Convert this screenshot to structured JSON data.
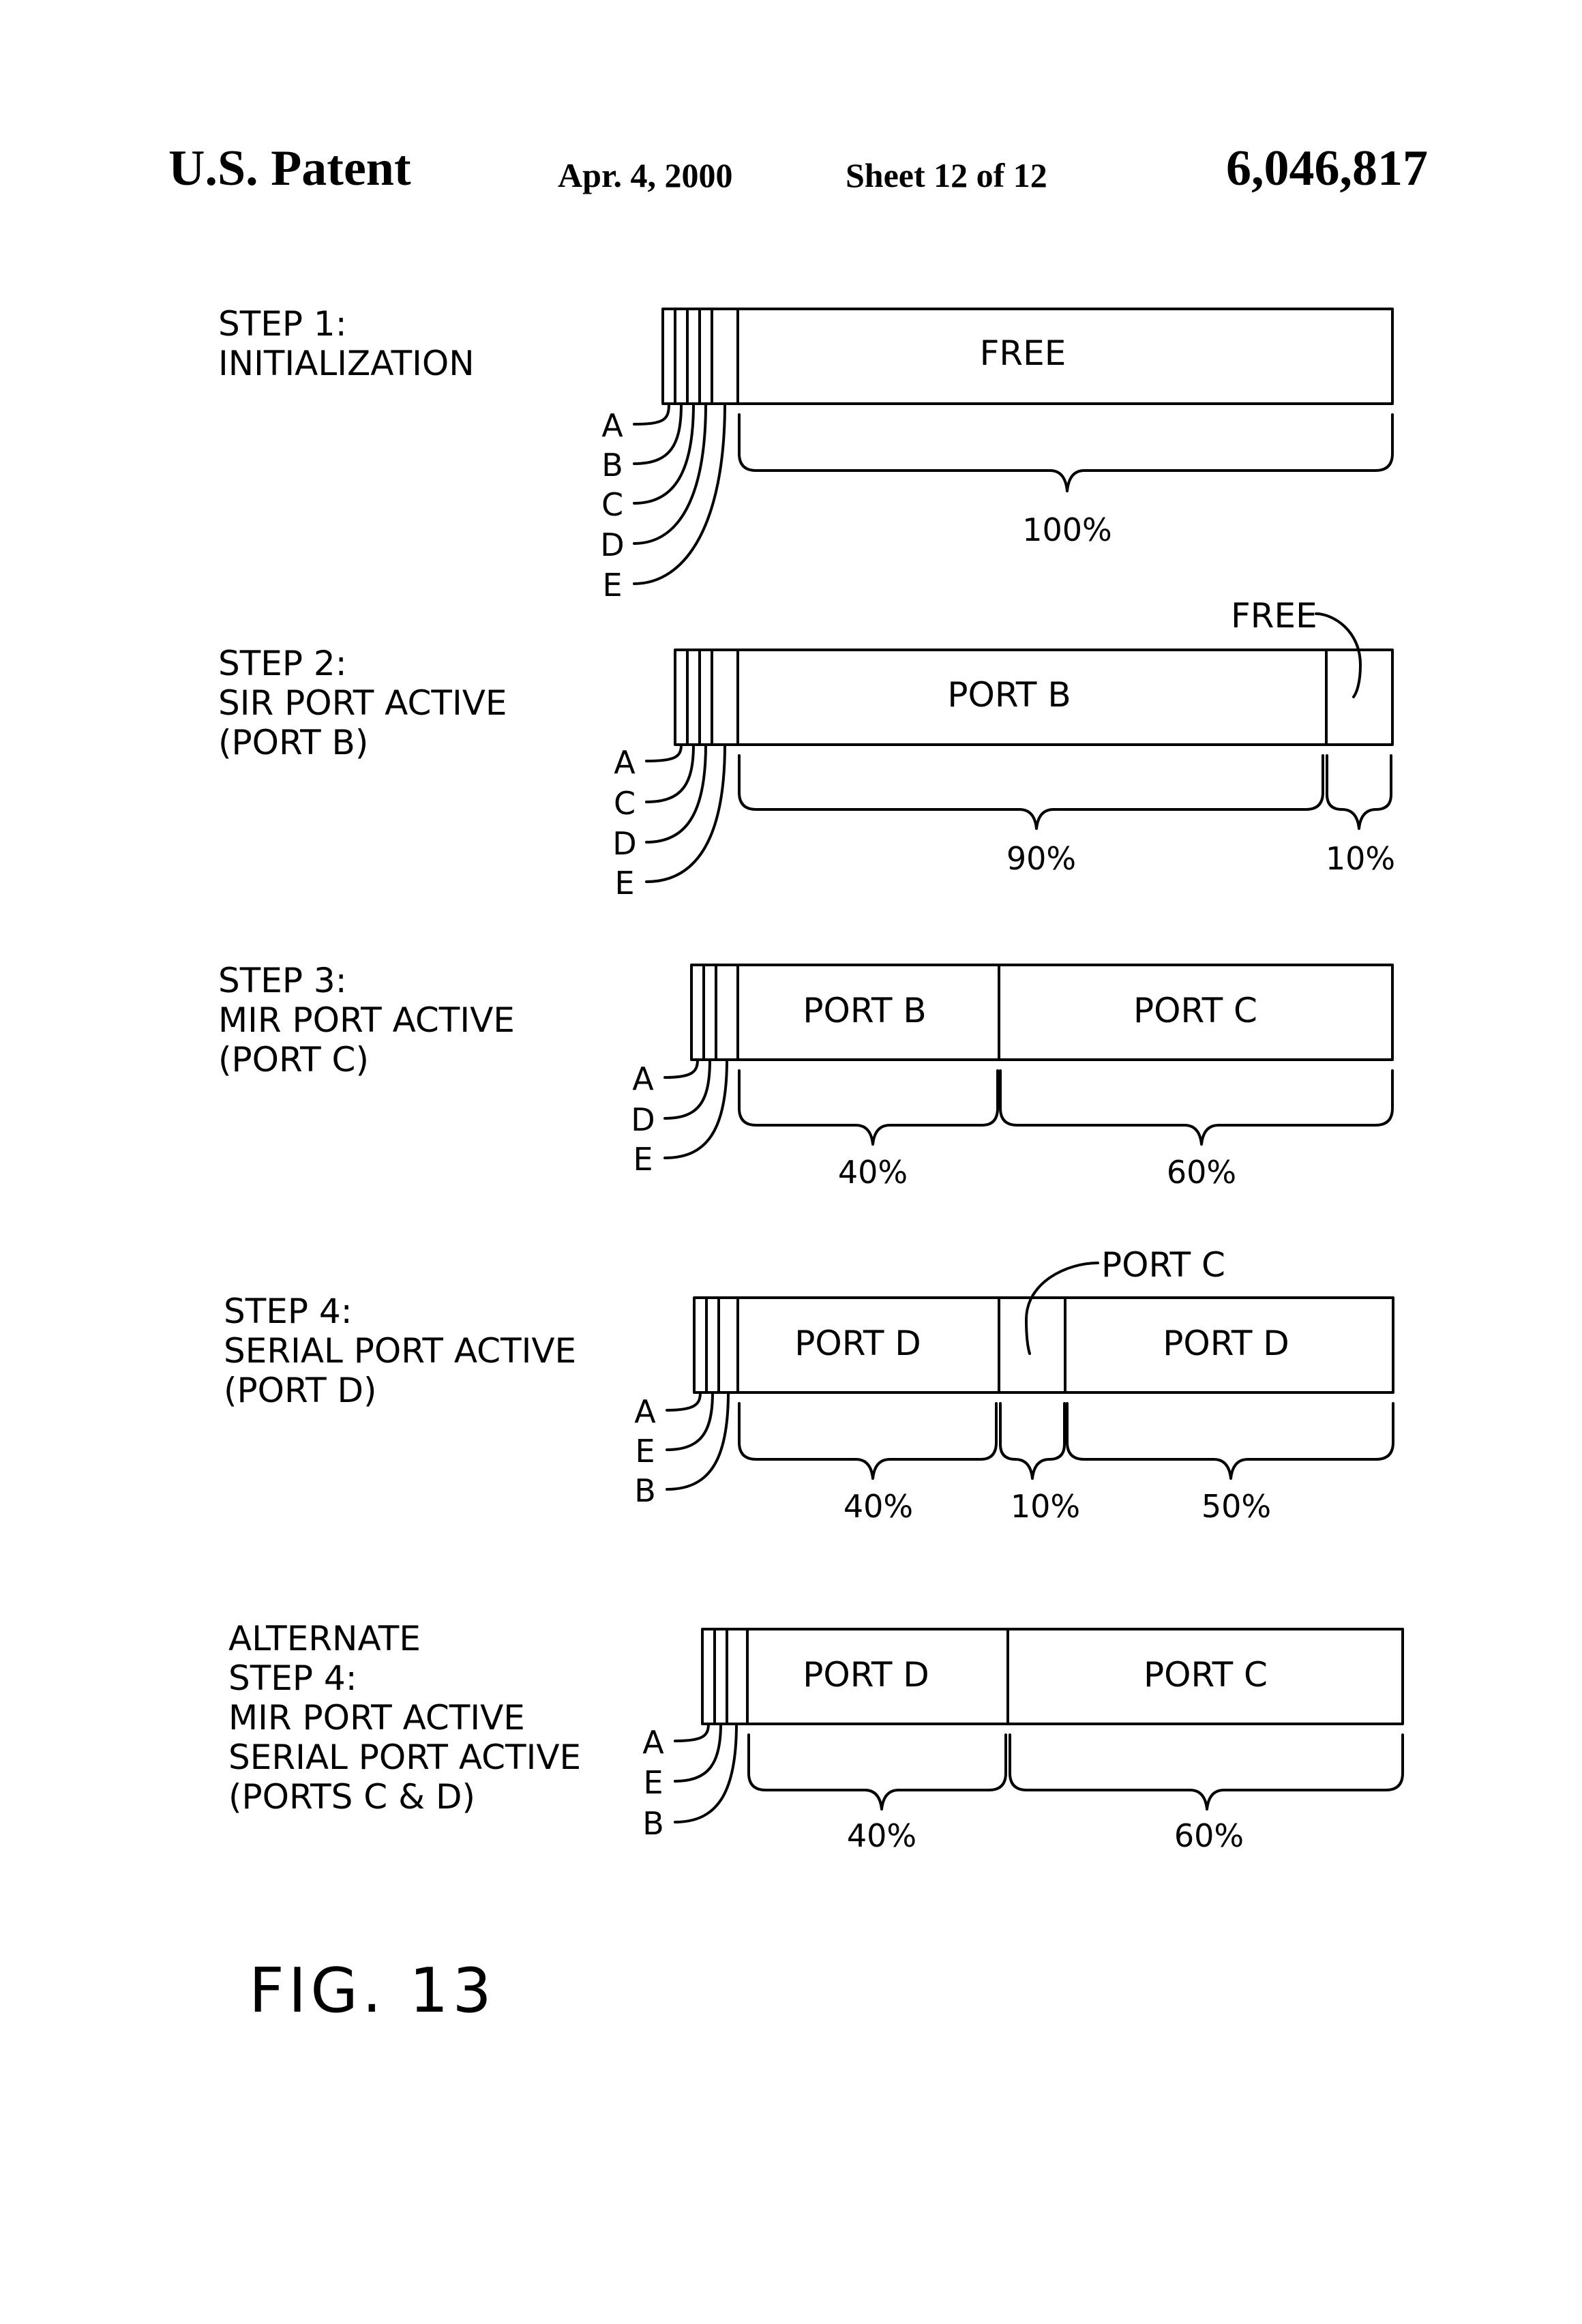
{
  "header": {
    "left": "U.S. Patent",
    "date": "Apr. 4, 2000",
    "sheet": "Sheet 12 of 12",
    "patent_number": "6,046,817"
  },
  "steps": [
    {
      "title_lines": [
        "STEP 1:",
        "INITIALIZATION"
      ],
      "boxes": [
        {
          "label": "FREE"
        }
      ],
      "percents": [
        "100%"
      ],
      "leaders": [
        "A",
        "B",
        "C",
        "D",
        "E"
      ]
    },
    {
      "title_lines": [
        "STEP 2:",
        "SIR PORT ACTIVE",
        "(PORT B)"
      ],
      "boxes": [
        {
          "label": "PORT B"
        },
        {
          "label": ""
        }
      ],
      "callout": "FREE",
      "percents": [
        "90%",
        "10%"
      ],
      "leaders": [
        "A",
        "C",
        "D",
        "E"
      ]
    },
    {
      "title_lines": [
        "STEP 3:",
        "MIR PORT ACTIVE",
        "(PORT C)"
      ],
      "boxes": [
        {
          "label": "PORT B"
        },
        {
          "label": "PORT C"
        }
      ],
      "percents": [
        "40%",
        "60%"
      ],
      "leaders": [
        "A",
        "D",
        "E"
      ]
    },
    {
      "title_lines": [
        "STEP 4:",
        "SERIAL PORT ACTIVE",
        "(PORT D)"
      ],
      "boxes": [
        {
          "label": "PORT D"
        },
        {
          "label": ""
        },
        {
          "label": "PORT D"
        }
      ],
      "callout": "PORT C",
      "percents": [
        "40%",
        "10%",
        "50%"
      ],
      "leaders": [
        "A",
        "E",
        "B"
      ]
    },
    {
      "title_lines": [
        "ALTERNATE",
        "STEP 4:",
        "MIR PORT ACTIVE",
        "SERIAL PORT ACTIVE",
        "(PORTS C & D)"
      ],
      "boxes": [
        {
          "label": "PORT D"
        },
        {
          "label": "PORT C"
        }
      ],
      "percents": [
        "40%",
        "60%"
      ],
      "leaders": [
        "A",
        "E",
        "B"
      ]
    }
  ],
  "figure_label": "FIG. 13"
}
